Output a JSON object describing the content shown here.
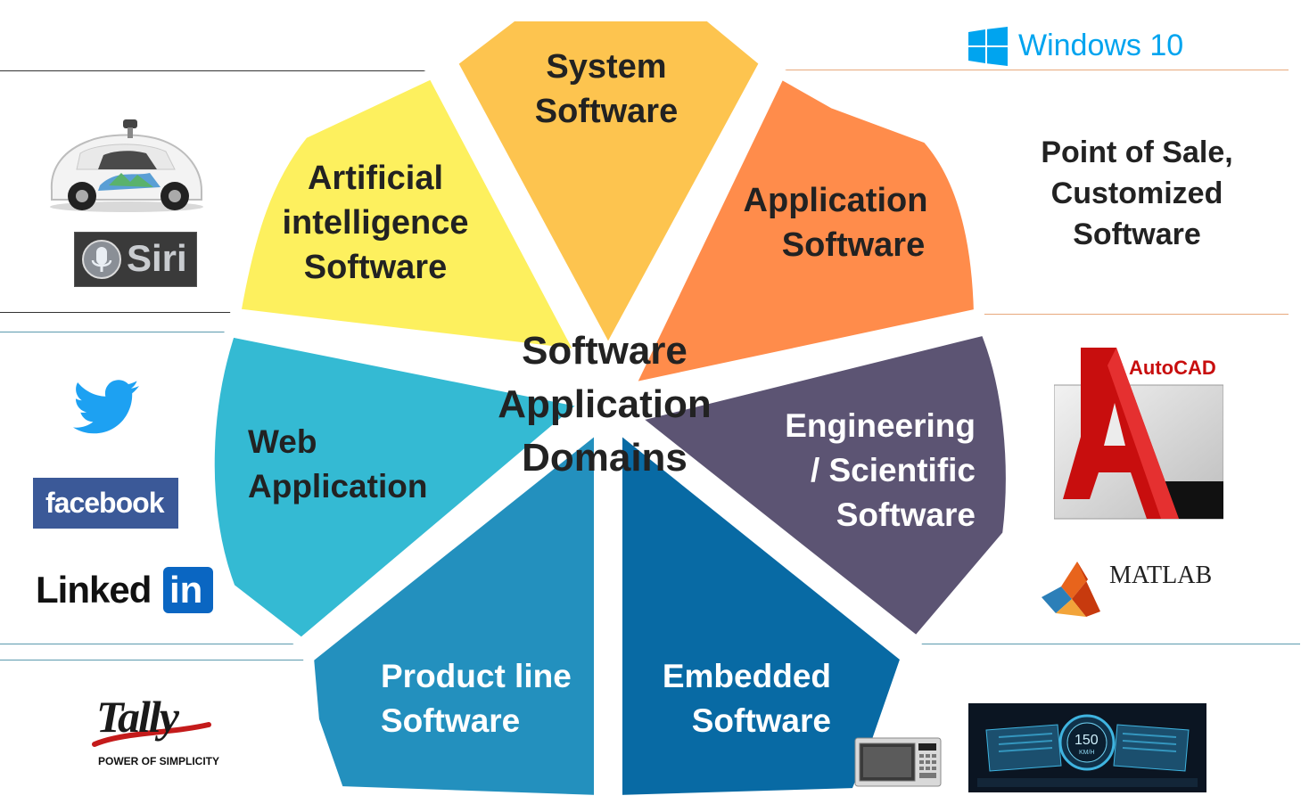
{
  "center_title": [
    "Software",
    "Application",
    "Domains"
  ],
  "segments": [
    {
      "id": "system",
      "lines": [
        "System",
        "Software"
      ],
      "color": "#FDC44F"
    },
    {
      "id": "application",
      "lines": [
        "Application",
        "Software"
      ],
      "color": "#FF8C4B"
    },
    {
      "id": "engineering",
      "lines": [
        "Engineering",
        "/ Scientific",
        "Software"
      ],
      "color": "#5C5473"
    },
    {
      "id": "embedded",
      "lines": [
        "Embedded",
        "Software"
      ],
      "color": "#086AA4"
    },
    {
      "id": "product-line",
      "lines": [
        "Product line",
        "Software"
      ],
      "color": "#2390BE"
    },
    {
      "id": "web",
      "lines": [
        "Web",
        "Application"
      ],
      "color": "#34BAD3"
    },
    {
      "id": "ai",
      "lines": [
        "Artificial",
        "intelligence",
        "Software"
      ],
      "color": "#FDF05E"
    }
  ],
  "logos": {
    "windows": "Windows 10",
    "siri": "Siri",
    "facebook": "facebook",
    "linkedin_a": "Linked",
    "linkedin_b": "in",
    "autocad": "AutoCAD",
    "matlab": "MATLAB",
    "tally": "Tally",
    "tally_tagline": "POWER OF SIMPLICITY",
    "dash_speed": "150",
    "dash_unit": "KM/H"
  },
  "side_text": {
    "pos": [
      "Point of Sale,",
      "Customized",
      "Software"
    ]
  },
  "colors": {
    "divider": "#E8A97C",
    "divider_blue": "#5B9AAE",
    "text_dark": "#222222",
    "text_light": "#ffffff"
  }
}
